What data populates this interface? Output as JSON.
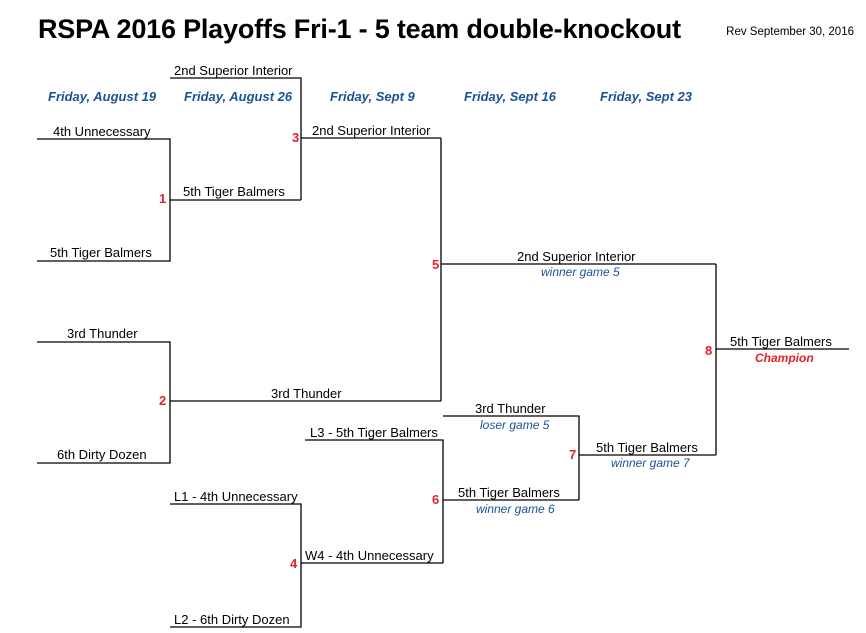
{
  "title": "RSPA 2016 Playoffs Fri-1 - 5 team double-knockout",
  "revision": "Rev September 30, 2016",
  "dates": [
    "Friday, August 19",
    "Friday, August 26",
    "Friday, Sept 9",
    "Friday, Sept 16",
    "Friday, Sept 23"
  ],
  "games": [
    "1",
    "2",
    "3",
    "4",
    "5",
    "6",
    "7",
    "8"
  ],
  "teams": {
    "g1_top": "4th Unnecessary",
    "g1_bottom": "5th Tiger Balmers",
    "g1_winner": "5th Tiger Balmers",
    "g2_top": "3rd Thunder",
    "g2_bottom": "6th Dirty Dozen",
    "g2_winner": "3rd Thunder",
    "g3_top": "2nd Superior Interior",
    "g3_winner": "2nd Superior Interior",
    "g4_top": "L1 - 4th Unnecessary",
    "g4_bottom": "L2 - 6th Dirty Dozen",
    "g4_winner": "W4 - 4th Unnecessary",
    "g6_top": "L3 - 5th Tiger Balmers",
    "g6_winner": "5th Tiger Balmers",
    "g5_winner": "2nd Superior Interior",
    "g7_top": "3rd Thunder",
    "g7_winner": "5th Tiger Balmers",
    "g8_winner": "5th Tiger Balmers"
  },
  "notes": {
    "winner_game_5": "winner game 5",
    "loser_game_5": "loser game 5",
    "winner_game_6": "winner game 6",
    "winner_game_7": "winner game 7",
    "champion": "Champion"
  }
}
